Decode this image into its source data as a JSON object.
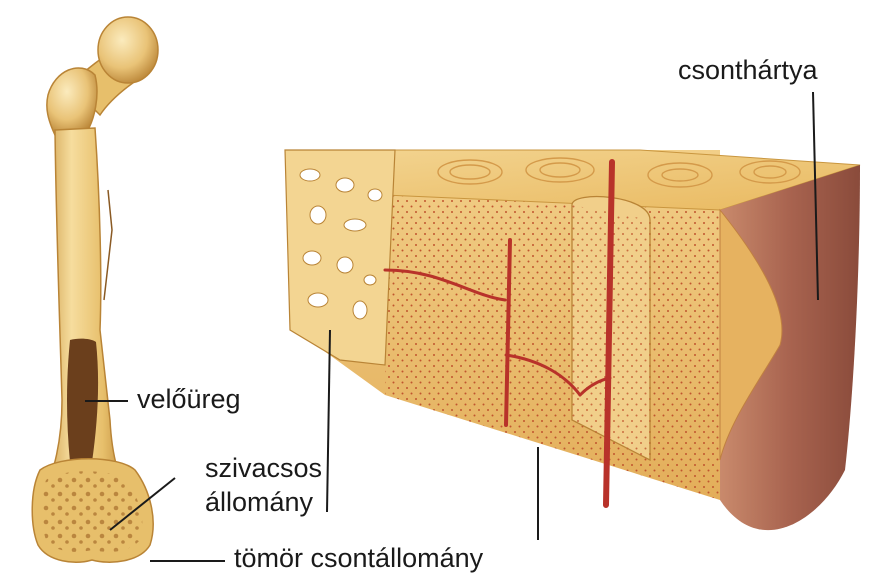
{
  "labels": {
    "periosteum": "csonthártya",
    "marrow_cavity": "velőüreg",
    "spongy_line1": "szivacsos",
    "spongy_line2": "állomány",
    "compact": "tömör csontállomány"
  },
  "colors": {
    "bone_light": "#f6dd9e",
    "bone_mid": "#e7bf6b",
    "bone_dark": "#c9963f",
    "marrow": "#6b3f1c",
    "vessel": "#b8322a",
    "periosteum": "#a8634f",
    "dots": "#c0552e",
    "leader_line": "#1a1a1a"
  }
}
